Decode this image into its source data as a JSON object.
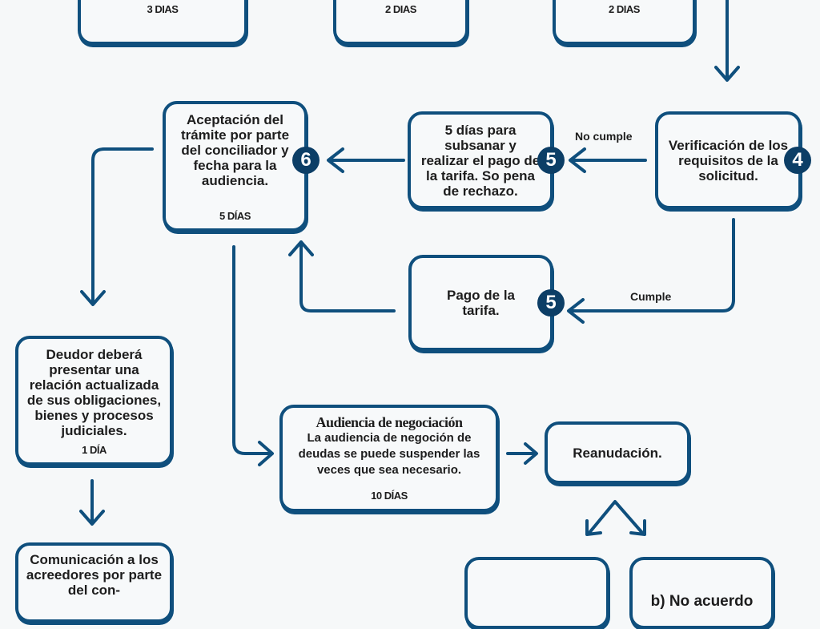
{
  "top_boxes": [
    {
      "days": "3 DIAS"
    },
    {
      "days": "2 DIAS"
    },
    {
      "days": "2 DIAS"
    }
  ],
  "step4": {
    "text": "Verificación de los requisitos de la solicitud.",
    "badge": "4"
  },
  "step5a": {
    "text": "5 días para subsanar y realizar el pago de la tarifa. So pena de rechazo.",
    "badge": "5"
  },
  "step5b": {
    "text": "Pago de la tarifa.",
    "badge": "5"
  },
  "step6": {
    "text": "Aceptación del trámite por parte del conciliador y fecha para la audiencia.",
    "badge": "6",
    "days": "5 DÍAS"
  },
  "labels": {
    "no_cumple": "No cumple",
    "cumple": "Cumple"
  },
  "deudor": {
    "text": "Deudor deberá presentar una relación actualizada de sus obligaciones, bienes y procesos judiciales.",
    "days": "1 DÍA"
  },
  "comunicacion": {
    "text": "Comunicación a los acreedores por parte del con-"
  },
  "audiencia": {
    "title": "Audiencia de negociación",
    "text": "La audiencia de negoción de deudas se puede suspender las veces que sea necesario.",
    "days": "10 DÍAS"
  },
  "reanudacion": {
    "text": "Reanudación."
  },
  "no_acuerdo": {
    "text": "b) No acuerdo"
  }
}
